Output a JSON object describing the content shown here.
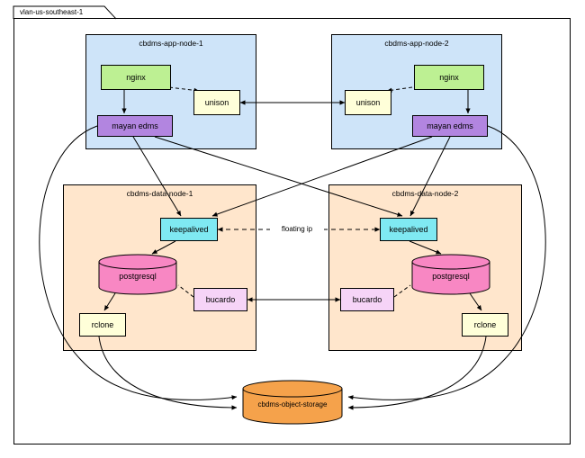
{
  "diagram_title": "vlan-us-southeast-1",
  "groups": {
    "app1": {
      "title": "cbdms-app-node-1"
    },
    "app2": {
      "title": "cbdms-app-node-2"
    },
    "data1": {
      "title": "cbdms-data-node-1"
    },
    "data2": {
      "title": "cbdms-data-node-2"
    }
  },
  "components": {
    "nginx1": "nginx",
    "unison1": "unison",
    "mayan1": "mayan edms",
    "nginx2": "nginx",
    "unison2": "unison",
    "mayan2": "mayan edms",
    "keepalived1": "keepalived",
    "postgresql1": "postgresql",
    "bucardo1": "bucardo",
    "rclone1": "rclone",
    "keepalived2": "keepalived",
    "postgresql2": "postgresql",
    "bucardo2": "bucardo",
    "rclone2": "rclone",
    "storage": "cbdms-object-storage"
  },
  "edge_labels": {
    "floating_ip": "floating ip"
  },
  "colors": {
    "app_node_fill": "#cee4f9",
    "data_node_fill": "#ffe6cc",
    "nginx_fill": "#bdf093",
    "unison_fill": "#ffffd9",
    "mayan_fill": "#b285e0",
    "keepalived_fill": "#7fe9f2",
    "postgresql_fill": "#f887c3",
    "bucardo_fill": "#f6d4f7",
    "rclone_fill": "#ffffd9",
    "storage_fill": "#f5a24b",
    "line": "#000000"
  }
}
